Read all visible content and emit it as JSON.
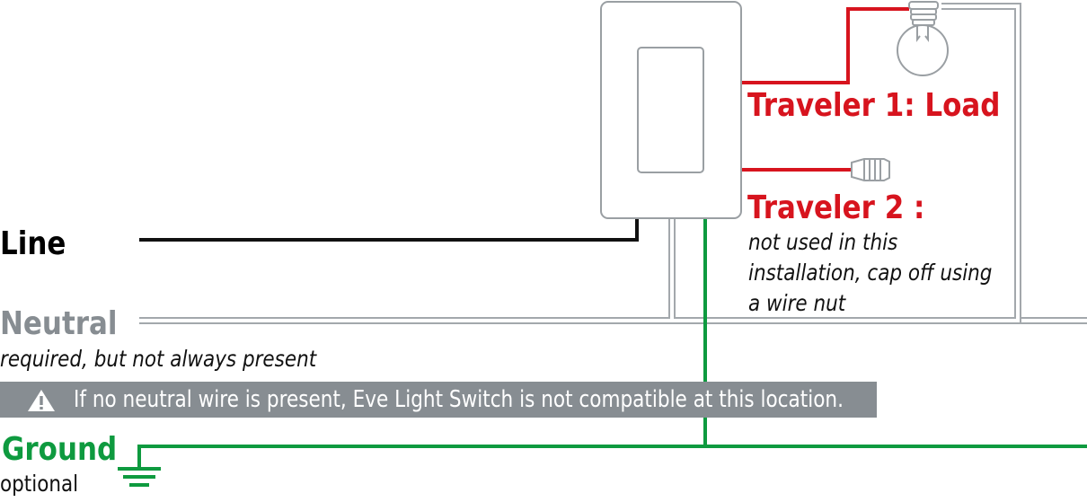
{
  "labels": {
    "line": "Line",
    "neutral": "Neutral",
    "neutral_note": "required, but not always present",
    "ground": "Ground",
    "ground_note": "optional",
    "traveler1": "Traveler 1: Load",
    "traveler2": "Traveler 2 :",
    "traveler2_note": [
      "not used in this",
      "installation, cap off using",
      "a wire nut"
    ]
  },
  "warning": {
    "icon": "warning-triangle-icon",
    "text": "If no neutral wire is present, Eve Light Switch is not compatible at this location."
  },
  "colors": {
    "line_wire": "#111111",
    "neutral_wire": "#9a9fa3",
    "traveler_wire": "#d7141e",
    "ground_wire": "#0e9a3f",
    "warning_bg": "#878d92"
  },
  "icons": [
    "light-switch-icon",
    "light-bulb-icon",
    "wire-nut-icon",
    "ground-symbol-icon"
  ]
}
